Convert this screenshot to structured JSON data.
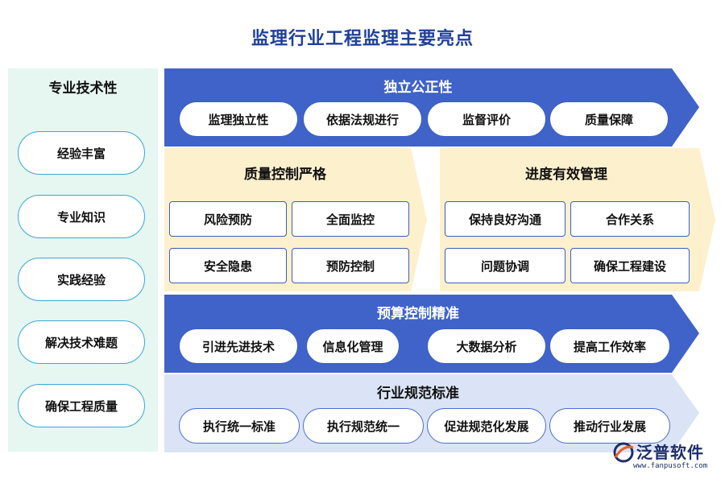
{
  "title": "监理行业工程监理主要亮点",
  "colors": {
    "dark_band": "#3f63c9",
    "cream_band": "#fdf0cc",
    "light_band": "#dbe4f6",
    "left_panel": "#e6f6f1",
    "title": "#1f3f9a"
  },
  "left": {
    "title": "专业技术性",
    "items": [
      "经验丰富",
      "专业知识",
      "实践经验",
      "解决技术难题",
      "确保工程质量"
    ]
  },
  "band1": {
    "title": "独立公正性",
    "items": [
      "监理独立性",
      "依据法规进行",
      "监督评价",
      "质量保障"
    ]
  },
  "quality": {
    "title": "质量控制严格",
    "items": [
      "风险预防",
      "全面监控",
      "安全隐患",
      "预防控制"
    ]
  },
  "progress": {
    "title": "进度有效管理",
    "items": [
      "保持良好沟通",
      "合作关系",
      "问题协调",
      "确保工程建设"
    ]
  },
  "band3": {
    "title": "预算控制精准",
    "items": [
      "引进先进技术",
      "信息化管理",
      "大数据分析",
      "提高工作效率"
    ]
  },
  "band4": {
    "title": "行业规范标准",
    "items": [
      "执行统一标准",
      "执行规范统一",
      "促进规范化发展",
      "推动行业发展"
    ]
  },
  "logo": {
    "text": "泛普软件",
    "url": "www.fanpusoft.com",
    "icon": "fanpu-logo-icon"
  }
}
